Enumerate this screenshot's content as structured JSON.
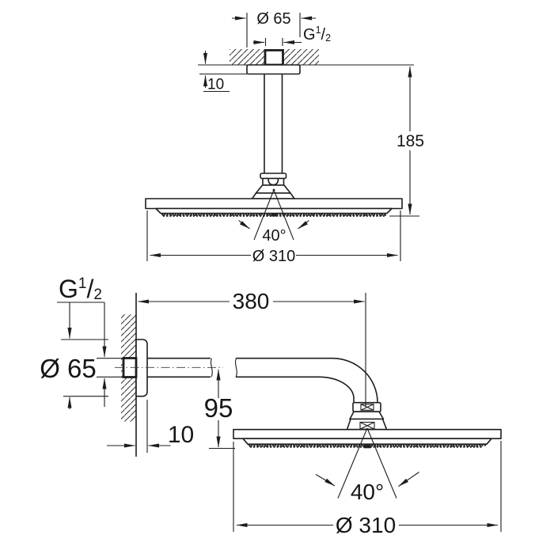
{
  "page": {
    "title": "Shower head installation dimensional drawing",
    "colors": {
      "ink": "#1d1d1d",
      "text": "#161616",
      "bg": "#ffffff"
    }
  },
  "top_view": {
    "name": "ceiling-mounted head shower, side elevation",
    "labels": {
      "flange_diameter": "Ø 65",
      "thread_g": "G",
      "thread_sup": "1",
      "thread_slash": "/",
      "thread_sub": "2",
      "ceiling_clearance": "10",
      "mounting_height": "185",
      "spray_angle": "40°",
      "head_diameter": "Ø 310"
    }
  },
  "bottom_view": {
    "name": "wall-mounted shower arm with head shower, side elevation",
    "labels": {
      "thread_g": "G",
      "thread_sup": "1",
      "thread_slash": "/",
      "thread_sub": "2",
      "flange_diameter": "Ø 65",
      "arm_length": "380",
      "head_drop": "95",
      "wall_clearance": "10",
      "spray_angle": "40°",
      "head_diameter": "Ø 310"
    }
  }
}
